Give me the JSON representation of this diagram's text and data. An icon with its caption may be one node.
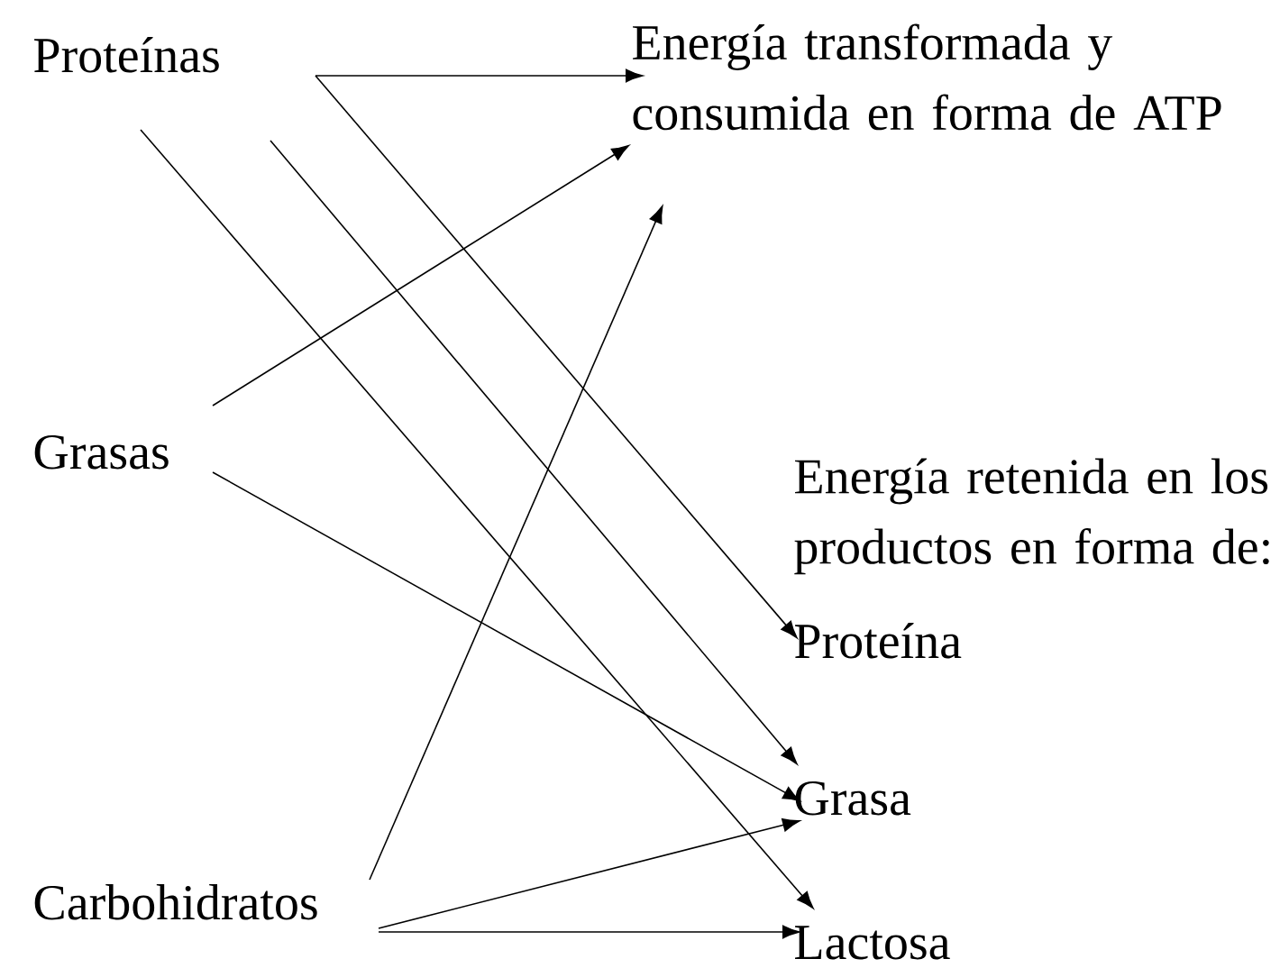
{
  "diagram": {
    "nodes": [
      {
        "text": [
          "Proteínas"
        ]
      },
      {
        "text": [
          "Grasas"
        ]
      },
      {
        "text": [
          "Carbohidratos"
        ]
      },
      {
        "text": [
          "Energía transformada y consumida en forma de ATP"
        ]
      },
      {
        "text": [
          "Energía retenida en los productos en forma de:"
        ]
      },
      {
        "text": [
          "Proteína"
        ]
      },
      {
        "text": [
          "Grasa"
        ]
      },
      {
        "text": [
          "Lactosa"
        ]
      }
    ],
    "edges": [
      {
        "from": 0,
        "to": 3,
        "arrow": "to"
      },
      {
        "from": 0,
        "to": 5,
        "arrow": "to"
      },
      {
        "from": 0,
        "to": 6,
        "arrow": "to"
      },
      {
        "from": 0,
        "to": 7,
        "arrow": "to"
      },
      {
        "from": 1,
        "to": 3,
        "arrow": "to"
      },
      {
        "from": 1,
        "to": 6,
        "arrow": "to"
      },
      {
        "from": 2,
        "to": 3,
        "arrow": "to"
      },
      {
        "from": 2,
        "to": 6,
        "arrow": "to"
      },
      {
        "from": 2,
        "to": 7,
        "arrow": "to"
      }
    ]
  }
}
